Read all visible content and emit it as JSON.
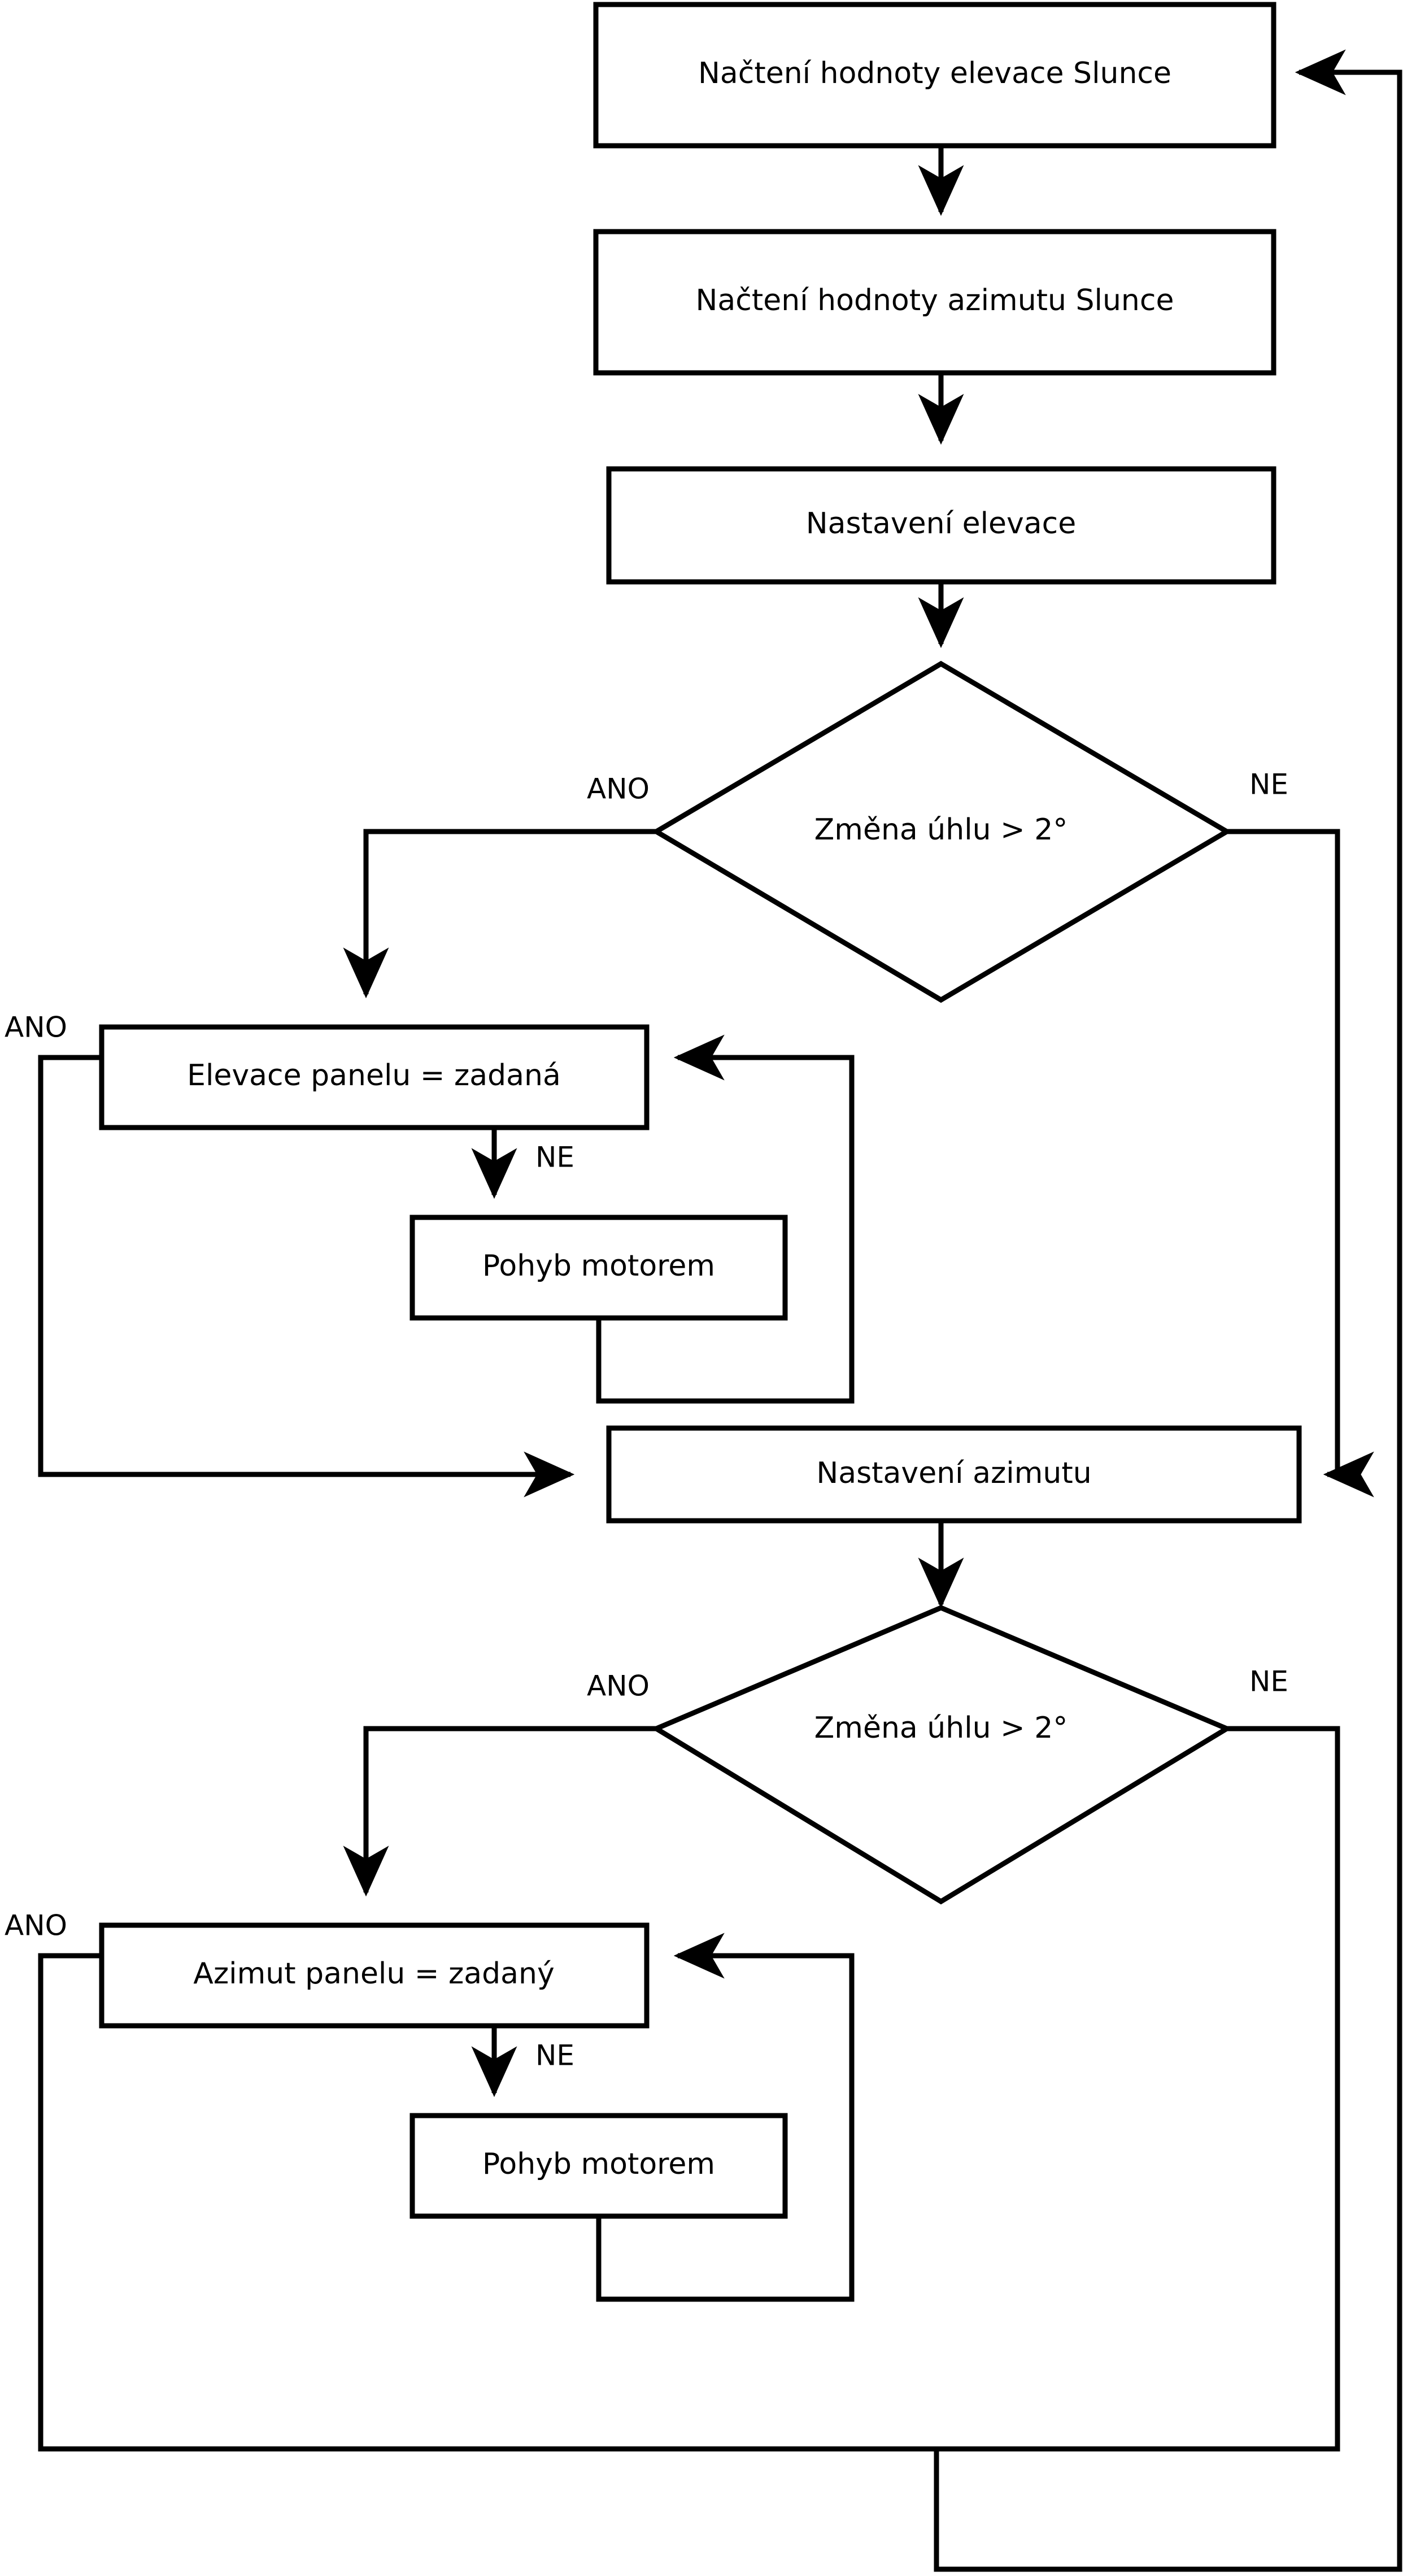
{
  "diagram": {
    "type": "flowchart",
    "language": "cs",
    "title_text": "",
    "colors": {
      "background": "#ffffff",
      "stroke": "#000000",
      "node_fill": "#ffffff",
      "text": "#000000"
    },
    "nodes": [
      {
        "id": "n1",
        "shape": "process",
        "label": "Načtení hodnoty elevace Slunce"
      },
      {
        "id": "n2",
        "shape": "process",
        "label": "Načtení hodnoty azimutu Slunce"
      },
      {
        "id": "n3",
        "shape": "process",
        "label": "Nastavení elevace"
      },
      {
        "id": "d1",
        "shape": "decision",
        "label": "Změna úhlu > 2°"
      },
      {
        "id": "n4",
        "shape": "process",
        "label": "Elevace panelu = zadaná"
      },
      {
        "id": "n5",
        "shape": "process",
        "label": "Pohyb motorem"
      },
      {
        "id": "n6",
        "shape": "process",
        "label": "Nastavení azimutu"
      },
      {
        "id": "d2",
        "shape": "decision",
        "label": "Změna úhlu > 2°"
      },
      {
        "id": "n7",
        "shape": "process",
        "label": "Azimut panelu = zadaný"
      },
      {
        "id": "n8",
        "shape": "process",
        "label": "Pohyb motorem"
      }
    ],
    "edge_labels": [
      {
        "id": "e-d1-ano",
        "text": "ANO",
        "from": "d1",
        "to": "n4"
      },
      {
        "id": "e-d1-ne",
        "text": "NE",
        "from": "d1",
        "to": "n6"
      },
      {
        "id": "e-n4-ano",
        "text": "ANO",
        "from": "n4",
        "to": "n6"
      },
      {
        "id": "e-n4-ne",
        "text": "NE",
        "from": "n4",
        "to": "n5"
      },
      {
        "id": "e-d2-ano",
        "text": "ANO",
        "from": "d2",
        "to": "n7"
      },
      {
        "id": "e-d2-ne",
        "text": "NE",
        "from": "d2",
        "to": "n1"
      },
      {
        "id": "e-n7-ano",
        "text": "ANO",
        "from": "n7",
        "to": "n1"
      },
      {
        "id": "e-n7-ne",
        "text": "NE",
        "from": "n7",
        "to": "n8"
      }
    ]
  }
}
